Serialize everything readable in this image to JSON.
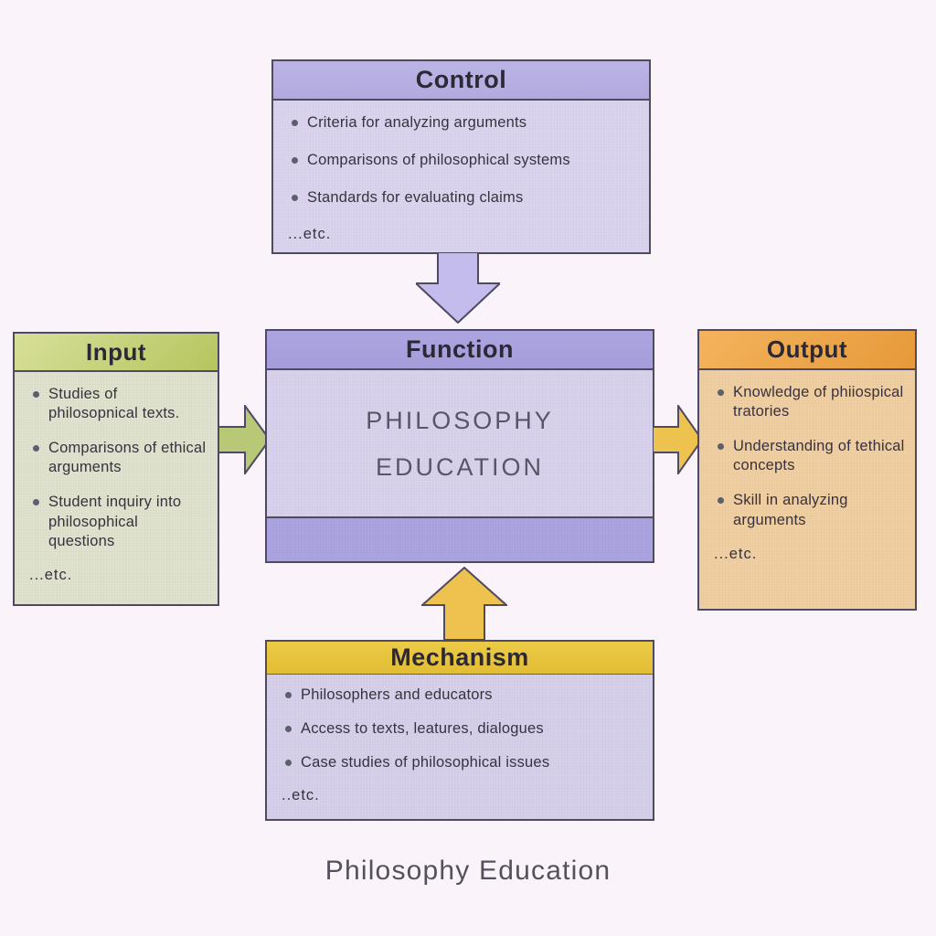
{
  "control": {
    "title": "Control",
    "items": [
      "Criteria for analyzing arguments",
      "Comparisons of philosophical systems",
      "Standards for evaluating claims"
    ],
    "etc": "...etc."
  },
  "input": {
    "title": "Input",
    "items": [
      "Studies of philosopnical texts.",
      "Comparisons of ethical arguments",
      "Student inquiry into philosophical questions"
    ],
    "etc": "...etc."
  },
  "function": {
    "title": "Function",
    "subject_line1": "PHILOSOPHY",
    "subject_line2": "EDUCATION"
  },
  "output": {
    "title": "Output",
    "items": [
      "Knowledge of phiiospical tratories",
      "Understanding of tethical concepts",
      "Skill in analyzing arguments"
    ],
    "etc": "...etc."
  },
  "mechanism": {
    "title": "Mechanism",
    "items": [
      "Philosophers and educators",
      "Access to texts, leatures, dialogues",
      "Case studies of philosophical issues"
    ],
    "etc": "..etc."
  },
  "caption": "Philosophy Education",
  "colors": {
    "background": "#faf3f9",
    "border": "#4f4963",
    "control_header": "#b7aee2",
    "control_body": "#dbd4ee",
    "function_header": "#a8a1dc",
    "function_body": "#d8d2ec",
    "function_footer": "#aba4e0",
    "input_header": "#c4d076",
    "input_body": "#e0e3cd",
    "output_header": "#eda74b",
    "output_body": "#f0cfa1",
    "mechanism_header": "#e7c53e",
    "mechanism_body": "#d6d0ea",
    "arrow_purple": "#c3bcec",
    "arrow_green": "#b7c877",
    "arrow_yellow": "#edc24f"
  }
}
